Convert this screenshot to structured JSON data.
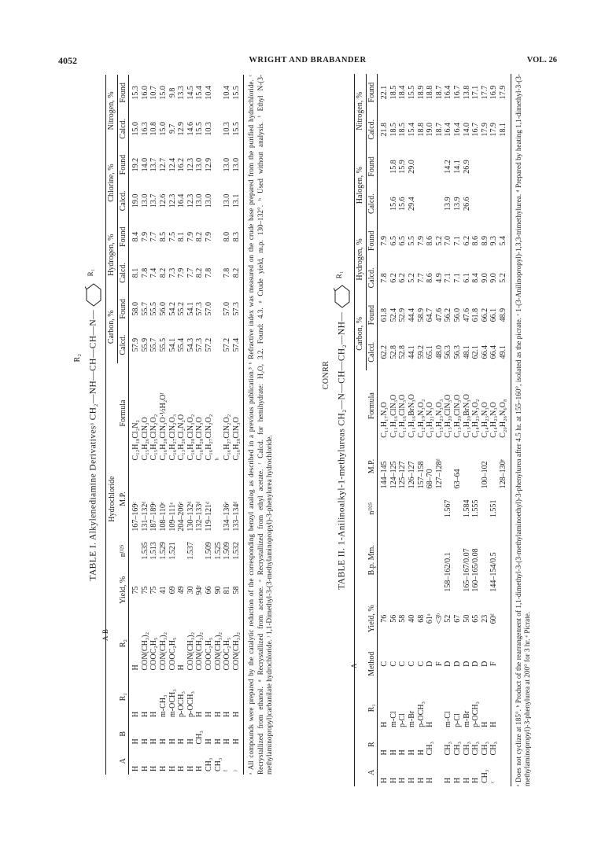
{
  "header": {
    "page_number": "4052",
    "running_head": "WRIGHT AND BRABANDER",
    "volume": "VOL. 26"
  },
  "table1": {
    "title": "TABLE I. Alkylenediamine Derivativesᵃ CH₂—NH—CH—CH—N—",
    "struct_top": "R₂",
    "struct_bottom": "A    B",
    "ring_sub": "R₁",
    "headers": {
      "A": "A",
      "B": "B",
      "R1": "R₁",
      "R2": "R₂",
      "yield": "Yield, %",
      "nD": "nᴰ²⁵",
      "hcl_group": "Hydrochloride",
      "mp": "M.P.",
      "formula": "Formula",
      "carbon": "Carbon, %",
      "hydrogen": "Hydrogen, %",
      "chlorine": "Chlorine, %",
      "nitrogen": "Nitrogen, %",
      "calcd": "Calcd.",
      "found": "Found"
    },
    "rows": [
      [
        "H",
        "H",
        "H",
        "H",
        "75",
        "",
        "167–169ᶜ",
        "C₁₂H₁₈Cl₂N₂",
        "57.9",
        "58.0",
        "8.1",
        "8.4",
        "19.0",
        "19.2",
        "15.0",
        "15.3"
      ],
      [
        "H",
        "H",
        "H",
        "CON(CH₃)₂",
        "75",
        "1.535",
        "131–132ᵈ",
        "C₁₅H₂₆ClN₃O",
        "55.9",
        "55.7",
        "7.8",
        "7.9",
        "13.0",
        "14.0",
        "16.3",
        "16.0"
      ],
      [
        "H",
        "H",
        "H",
        "COOC₂H₅",
        "75",
        "1.513",
        "187–189ᵉ",
        "C₁₅H₂₅ClN₂O₂",
        "55.7",
        "55.5",
        "7.4",
        "7.7",
        "13.7",
        "13.7",
        "10.8",
        "10.7"
      ],
      [
        "H",
        "H",
        "m-CH₃",
        "CON(CH₃)₂",
        "41",
        "1.529",
        "108–110ᵉ",
        "C₁₆H₂₈ClN₃O·½H₂Oᶠ",
        "55.5",
        "56.0",
        "8.2",
        "8.5",
        "12.6",
        "12.7",
        "15.0",
        "15.0"
      ],
      [
        "H",
        "H",
        "m-OCH₃",
        "COOC₂H₅",
        "69",
        "1.521",
        "109–111ᵉ",
        "C₁₆H₂₇ClN₂O₃",
        "54.1",
        "54.2",
        "7.3",
        "7.5",
        "12.3",
        "12.4",
        "9.7",
        "9.8"
      ],
      [
        "H",
        "H",
        "p-OCH₃",
        "H",
        "49",
        "",
        "204–206ᵉ",
        "C₁₃H₂₀Cl₂N₂O",
        "55.4",
        "55.2",
        "7.9",
        "8.1",
        "16.4",
        "16.2",
        "12.9",
        "13.3"
      ],
      [
        "H",
        "H",
        "p-OCH₃",
        "CON(CH₃)₂",
        "30",
        "1.537",
        "130–132ᵈ",
        "C₁₆H₂₈ClN₃O₂",
        "54.3",
        "54.1",
        "7.7",
        "7.9",
        "12.3",
        "12.3",
        "14.6",
        "14.5"
      ],
      [
        "H",
        "CH₃",
        "H",
        "CON(CH₃)₂",
        "94ᵉ",
        "",
        "132–133ᵈ",
        "C₁₆H₂₈ClN₃O",
        "57.3",
        "57.3",
        "8.2",
        "8.2",
        "13.0",
        "13.0",
        "15.5",
        "15.4"
      ],
      [
        "CH₃",
        "H",
        "H",
        "COOC₂H₅",
        "66",
        "1.509",
        "119–121ᵈ",
        "C₁₆H₂₇ClN₂O₂",
        "57.2",
        "57.0",
        "7.8",
        "7.9",
        "13.0",
        "12.9",
        "10.3",
        "10.4"
      ],
      [
        "CH₃",
        "H",
        "H",
        "CON(CH₃)₂",
        "90",
        "1.525",
        "",
        "ʰ",
        "",
        "",
        "",
        "",
        "",
        "",
        "",
        ""
      ],
      [
        "ᶠ",
        "H",
        "H",
        "COOC₂H₅",
        "81",
        "1.509",
        "134–136ᵉ",
        "C₁₆H₂₇ClN₂O₂",
        "57.2",
        "57.0",
        "7.8",
        "8.0",
        "13.0",
        "13.0",
        "10.3",
        "10.4"
      ],
      [
        "ʲ",
        "H",
        "H",
        "CON(CH₃)₂",
        "58",
        "1.532",
        "133–134ᵈ",
        "C₁₆H₂₈ClN₃O",
        "57.4",
        "57.3",
        "8.2",
        "8.3",
        "13.1",
        "13.0",
        "15.5",
        "15.5"
      ]
    ],
    "footnote": "ᵃ All compounds were prepared by the catalytic reduction of the corresponding benzyl analog as described in a previous publication.³ ᵇ Refractive index was measured on the crude base prepared from the purified hydrochloride. ᶜ Recrystallized from ethanol. ᵈ Recrystallized from acetone. ᵉ Recrystallized from ethyl acetate. ᶠ Calcd. for hemihydrate: H₂O, 3.2. Found: 4.3. ᵍ Crude yield, m.p. 130–132°. ʰ Used without analysis. ⁱ Ethyl N-(3-methylaminopropyl)carbanilate hydrochloride. ʲ 1,1-Dimethyl-3-(3-methylaminopropyl)-3-phenylurea hydrochloride."
  },
  "table2": {
    "title": "TABLE II. 1-Anilinoalkyl-1-methylureas CH₂—N—CH—CH₂—NH—",
    "struct_top": "CONRR",
    "struct_bottom": "A",
    "ring_sub": "R₁",
    "headers": {
      "A": "A",
      "R": "R",
      "R1": "R₁",
      "method": "Method",
      "yield": "Yield, %",
      "bp": "B.p. Mm.",
      "nD": "nᴰ²⁵",
      "mp": "M.P.",
      "formula": "Formula",
      "carbon": "Carbon, %",
      "hydrogen": "Hydrogen, %",
      "halogen": "Halogen, %",
      "nitrogen": "Nitrogen, %",
      "calcd": "Calcd.",
      "found": "Found"
    },
    "rows": [
      [
        "H",
        "H",
        "H",
        "C",
        "76",
        "",
        "",
        "144–145",
        "C₁₁H₁₇N₃O",
        "62.2",
        "61.8",
        "7.8",
        "7.9",
        "",
        "",
        "21.8",
        "22.1"
      ],
      [
        "H",
        "H",
        "m-Cl",
        "C",
        "56",
        "",
        "",
        "124–125",
        "C₁₁H₁₆ClN₃O",
        "52.8",
        "52.4",
        "6.2",
        "6.5",
        "15.6",
        "15.8",
        "18.5",
        "18.5"
      ],
      [
        "H",
        "H",
        "p-Cl",
        "C",
        "58",
        "",
        "",
        "125–127",
        "C₁₁H₁₆ClN₃O",
        "52.8",
        "52.9",
        "6.2",
        "6.5",
        "15.6",
        "15.9",
        "18.5",
        "18.4"
      ],
      [
        "H",
        "H",
        "m-Br",
        "C",
        "40",
        "",
        "",
        "126–127",
        "C₁₁H₁₆BrN₃O",
        "44.1",
        "44.4",
        "5.2",
        "5.5",
        "29.4",
        "29.0",
        "15.4",
        "15.5"
      ],
      [
        "H",
        "H",
        "p-OCH₃",
        "C",
        "68",
        "",
        "",
        "157–158",
        "C₁₂H₁₉N₃O₂",
        "59.2",
        "58.9",
        "7.7",
        "7.9",
        "",
        "",
        "18.8",
        "18.9"
      ],
      [
        "H",
        "CH₃",
        "H",
        "D",
        "61ᵃ",
        "",
        "",
        "68–70",
        "C₁₃H₂₁N₃O",
        "65.1",
        "64.7",
        "8.6",
        "8.6",
        "",
        "",
        "19.0",
        "18.8"
      ],
      [
        "",
        "",
        "",
        "F",
        "<3ᵇ",
        "",
        "",
        "127–128ᵈ",
        "C₁₅H₂₃N₃O₃",
        "48.0",
        "47.6",
        "4.9",
        "5.2",
        "",
        "",
        "18.7",
        "18.7"
      ],
      [
        "H",
        "CH₃",
        "m-Cl",
        "D",
        "52",
        "158–162/0.1",
        "1.567",
        "",
        "C₁₃H₂₀ClN₃O",
        "56.3",
        "56.2",
        "7.1",
        "7.0",
        "13.9",
        "14.2",
        "16.4",
        "16.4"
      ],
      [
        "H",
        "CH₃",
        "p-Cl",
        "D",
        "67",
        "",
        "",
        "63–64",
        "C₁₃H₂₀ClN₃O",
        "56.3",
        "56.0",
        "7.1",
        "7.1",
        "13.9",
        "14.1",
        "16.4",
        "16.7"
      ],
      [
        "H",
        "CH₃",
        "m-Br",
        "D",
        "50",
        "165–167/0.07",
        "1.584",
        "",
        "C₁₃H₂₀BrN₃O",
        "48.1",
        "47.6",
        "6.1",
        "6.2",
        "26.6",
        "26.9",
        "14.0",
        "13.8"
      ],
      [
        "H",
        "CH₃",
        "p-OCH₃",
        "D",
        "65",
        "160–165/0.08",
        "1.555",
        "",
        "C₁₄H₂₃N₃O₂",
        "62.1",
        "61.8",
        "8.4",
        "8.6",
        "",
        "",
        "16.7",
        "17.1"
      ],
      [
        "CH₃",
        "CH₃",
        "H",
        "D",
        "23",
        "",
        "",
        "100–102",
        "C₁₄H₂₃N₃O",
        "66.4",
        "66.2",
        "9.0",
        "8.9",
        "",
        "",
        "17.9",
        "17.7"
      ],
      [
        "ᶜ",
        "CH₃",
        "H",
        "F",
        "60ᵈ",
        "144–154/0.5",
        "1.551",
        "",
        "C₁₄H₂₃N₃O",
        "66.4",
        "66.1",
        "9.0",
        "9.3",
        "",
        "",
        "17.9",
        "16.9"
      ],
      [
        "",
        "",
        "",
        "",
        "",
        "",
        "",
        "128–130ᵉ",
        "C₂₀H₂₆N₆O₈",
        "49.1",
        "48.9",
        "5.2",
        "5.4",
        "",
        "",
        "18.1",
        "17.9"
      ]
    ],
    "footnote": "ᵃ Does not cyclize at 185°. ᵇ Product of the rearrangement of 1,1-dimethyl-3-(3-methylaminoethyl)-3-phenylurea after 4.5 hr. at 155–160°, isolated as the picrate. ᶜ 1-(3-Anilinopropyl)-1,3,3-trimethylurea. ᵈ Prepared by heating 1,1-dimethyl-3-(3-methylaminopropyl)-3-phenylurea at 200° for 3 hr. ᵉ Picrate."
  }
}
